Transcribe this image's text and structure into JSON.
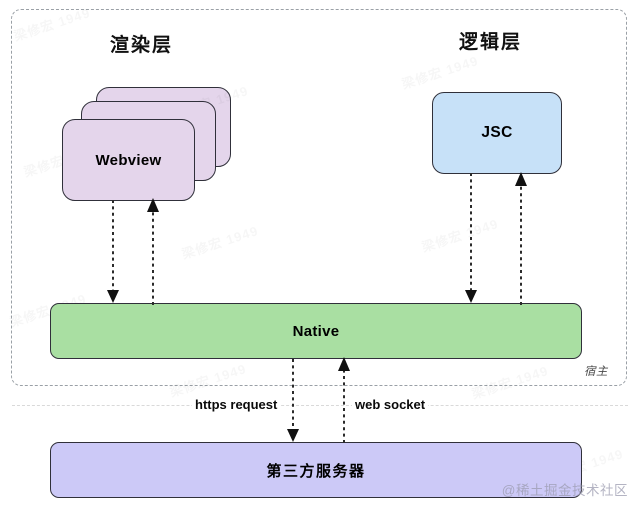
{
  "diagram": {
    "title_render_layer": "渲染层",
    "title_logic_layer": "逻辑层",
    "host_label": "宿主",
    "nodes": {
      "webview": "Webview",
      "webview_stack_count": 3,
      "jsc": "JSC",
      "native": "Native",
      "server": "第三方服务器"
    },
    "edge_labels": {
      "https": "https request",
      "websocket": "web socket"
    },
    "colors": {
      "webview_fill": "#e4d5eb",
      "jsc_fill": "#c7e1f8",
      "native_fill": "#a9dfa2",
      "server_fill": "#ccc9f7",
      "node_stroke": "#30303a",
      "host_border": "#9aa0a6",
      "arrow": "#2b2b2b"
    }
  },
  "watermarks": {
    "brand": "@稀土掘金技术社区",
    "tile": "梁修宏 1949"
  }
}
